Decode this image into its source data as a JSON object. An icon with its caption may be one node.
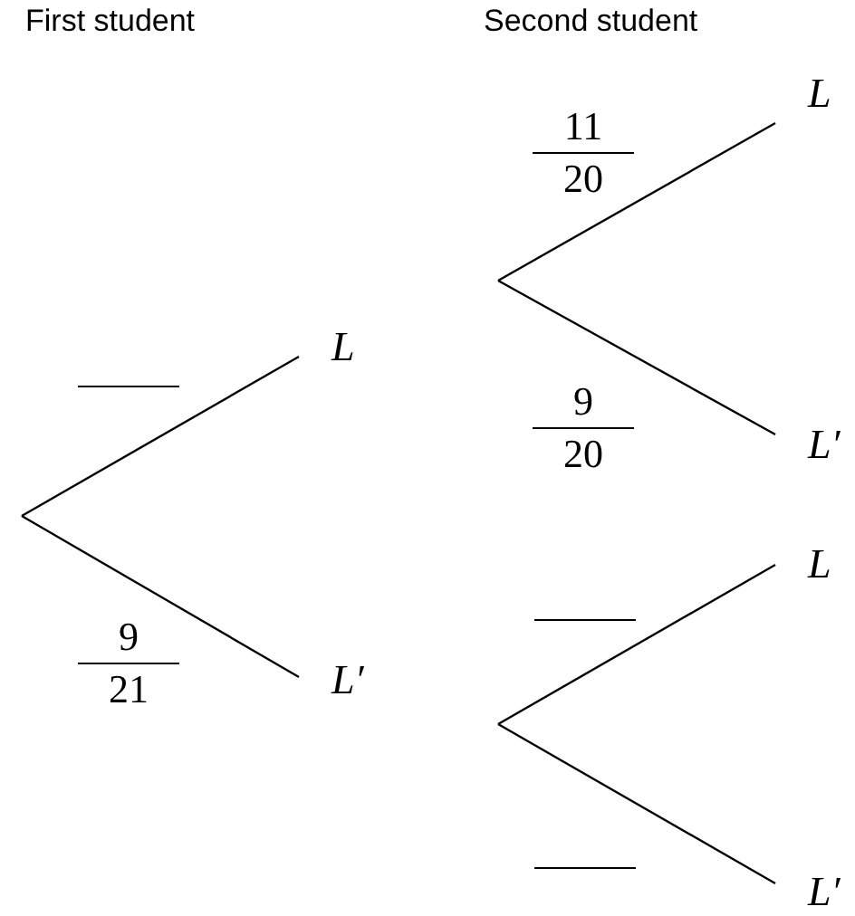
{
  "diagram": {
    "nodes": [
      {
        "text": [
          "L"
        ]
      },
      {
        "text": [
          "L′"
        ]
      },
      {
        "text": [
          "L"
        ]
      },
      {
        "text": [
          "L′"
        ]
      },
      {
        "text": [
          "L"
        ]
      },
      {
        "text": [
          "L′"
        ]
      }
    ],
    "edges": [
      {
        "from": null,
        "to": 0,
        "arrow": "none"
      },
      {
        "from": null,
        "to": 1,
        "arrow": "none",
        "label": "9 21"
      },
      {
        "from": null,
        "to": 2,
        "arrow": "none",
        "label": "11 20"
      },
      {
        "from": null,
        "to": 3,
        "arrow": "none",
        "label": "9 20"
      },
      {
        "from": null,
        "to": 4,
        "arrow": "none"
      },
      {
        "from": null,
        "to": 5,
        "arrow": "none"
      }
    ],
    "labels": [
      "First student",
      "Second student"
    ]
  }
}
